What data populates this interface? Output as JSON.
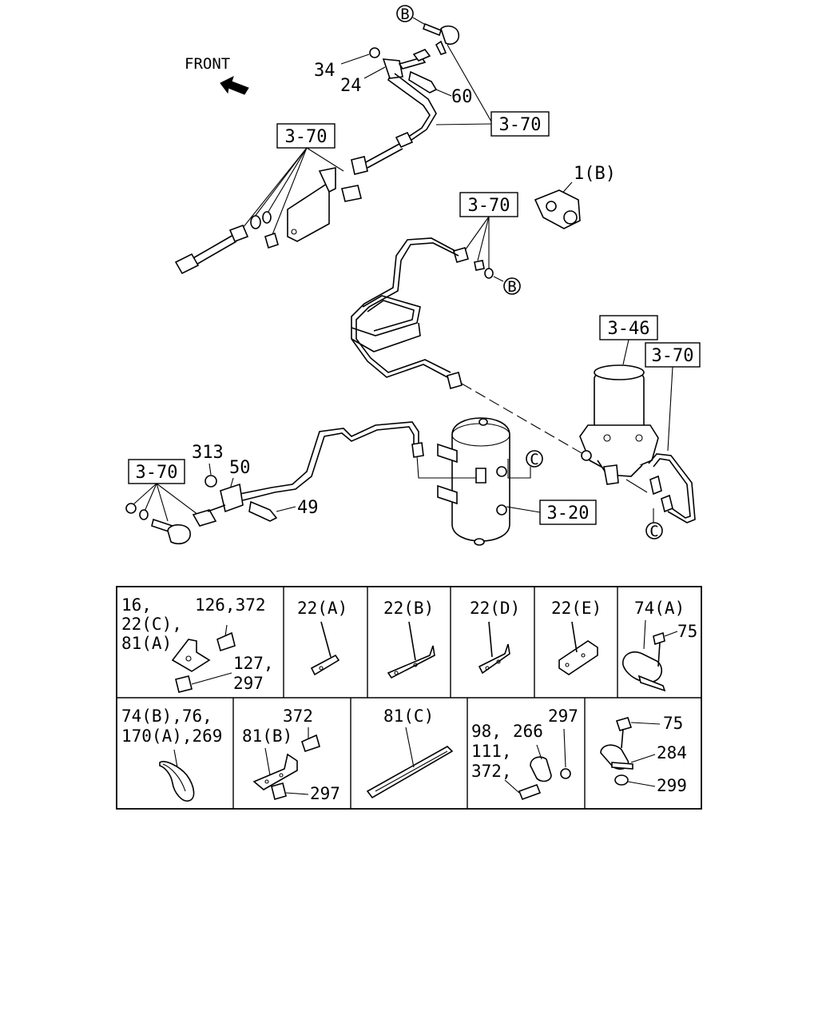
{
  "front_label": "FRONT",
  "callouts": {
    "b_top": "B",
    "b_mid": "B",
    "c_right": "C",
    "c_bottom": "C"
  },
  "ref_boxes": {
    "r370_top_right": "3-70",
    "r370_left": "3-70",
    "r370_center": "3-70",
    "r346": "3-46",
    "r370_right": "3-70",
    "r370_bottom_left": "3-70",
    "r320": "3-20"
  },
  "part_labels": {
    "p34": "34",
    "p24": "24",
    "p60": "60",
    "p1b": "1(B)",
    "p313": "313",
    "p50": "50",
    "p49": "49"
  },
  "table": {
    "row1": [
      {
        "title_lines": [
          "16,",
          "22(C),",
          "81(A)"
        ],
        "extra": [
          "126,372",
          "127,",
          "297"
        ]
      },
      {
        "title_lines": [
          "22(A)"
        ]
      },
      {
        "title_lines": [
          "22(B)"
        ]
      },
      {
        "title_lines": [
          "22(D)"
        ]
      },
      {
        "title_lines": [
          "22(E)"
        ]
      },
      {
        "title_lines": [
          "74(A)"
        ],
        "extra": [
          "75"
        ]
      }
    ],
    "row2": [
      {
        "title_lines": [
          "74(B),76,",
          "170(A),269"
        ]
      },
      {
        "title_lines": [
          "81(B)"
        ],
        "extra": [
          "372",
          "297"
        ]
      },
      {
        "title_lines": [
          "81(C)"
        ]
      },
      {
        "title_lines": [
          "98,",
          "111,",
          "372,"
        ],
        "extra": [
          "266",
          "297"
        ]
      },
      {
        "title_lines": [],
        "extra": [
          "75",
          "284",
          "299"
        ]
      }
    ]
  }
}
